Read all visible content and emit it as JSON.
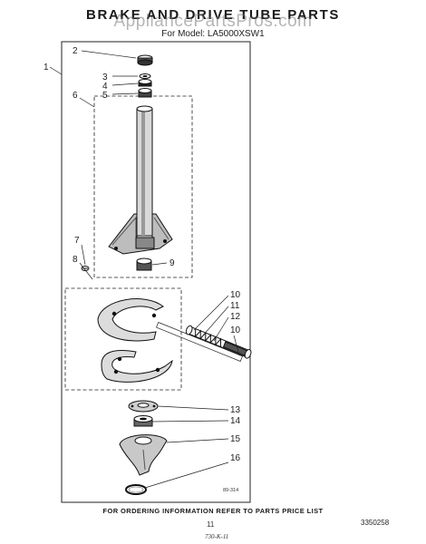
{
  "header": {
    "title": "BRAKE AND DRIVE TUBE PARTS",
    "watermark": "AppliancePartsPros.com",
    "model_line": "For Model: LA5000XSW1"
  },
  "callouts": {
    "c1": "1",
    "c2": "2",
    "c3": "3",
    "c4": "4",
    "c5": "5",
    "c6": "6",
    "c7": "7",
    "c8": "8",
    "c9": "9",
    "c10a": "10",
    "c11": "11",
    "c12": "12",
    "c10b": "10",
    "c13": "13",
    "c14": "14",
    "c15": "15",
    "c16": "16"
  },
  "diagram_code": "89-314",
  "footer": {
    "ordering_note": "FOR ORDERING INFORMATION REFER TO PARTS PRICE LIST",
    "page_number": "11",
    "part_number": "3350258",
    "signature": "730-K-11"
  }
}
